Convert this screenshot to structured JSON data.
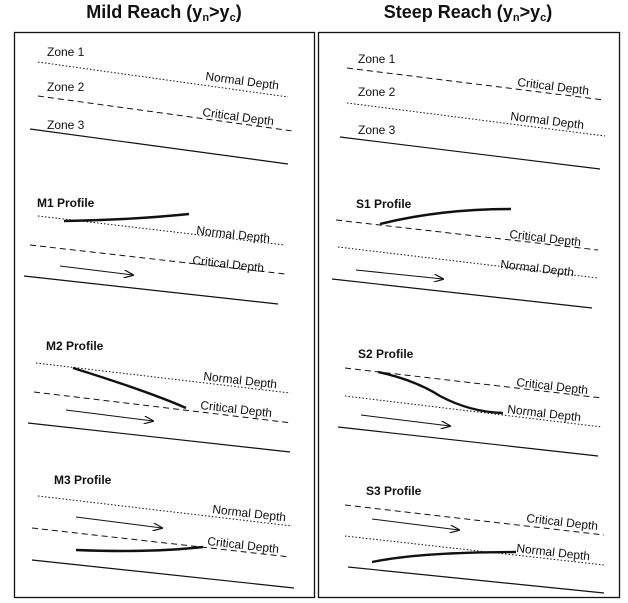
{
  "mild": {
    "title": "Mild Reach (",
    "cond_a": "y",
    "cond_a_sub": "n",
    "cond_gt": ">y",
    "cond_b_sub": "c",
    "cond_close": ")",
    "zones": [
      "Zone 1",
      "Zone 2",
      "Zone 3"
    ],
    "upper_line": "Normal Depth",
    "lower_line": "Critical Depth",
    "profiles": [
      {
        "name": "M1 Profile",
        "upper": "Normal Depth",
        "lower": "Critical Depth"
      },
      {
        "name": "M2 Profile",
        "upper": "Normal Depth",
        "lower": "Critical Depth"
      },
      {
        "name": "M3 Profile",
        "upper": "Normal Depth",
        "lower": "Critical Depth"
      }
    ]
  },
  "steep": {
    "title": "Steep Reach (",
    "cond_a": "y",
    "cond_a_sub": "n",
    "cond_gt": ">y",
    "cond_b_sub": "c",
    "cond_close": ")",
    "zones": [
      "Zone 1",
      "Zone 2",
      "Zone 3"
    ],
    "upper_line": "Critical Depth",
    "lower_line": "Normal Depth",
    "profiles": [
      {
        "name": "S1 Profile",
        "upper": "Critical Depth",
        "lower": "Normal Depth"
      },
      {
        "name": "S2 Profile",
        "upper": "Critical Depth",
        "lower": "Normal Depth"
      },
      {
        "name": "S3 Profile",
        "upper": "Critical Depth",
        "lower": "Normal Depth"
      }
    ]
  },
  "colors": {
    "line": "#111111",
    "border": "#111111",
    "background": "#ffffff"
  }
}
